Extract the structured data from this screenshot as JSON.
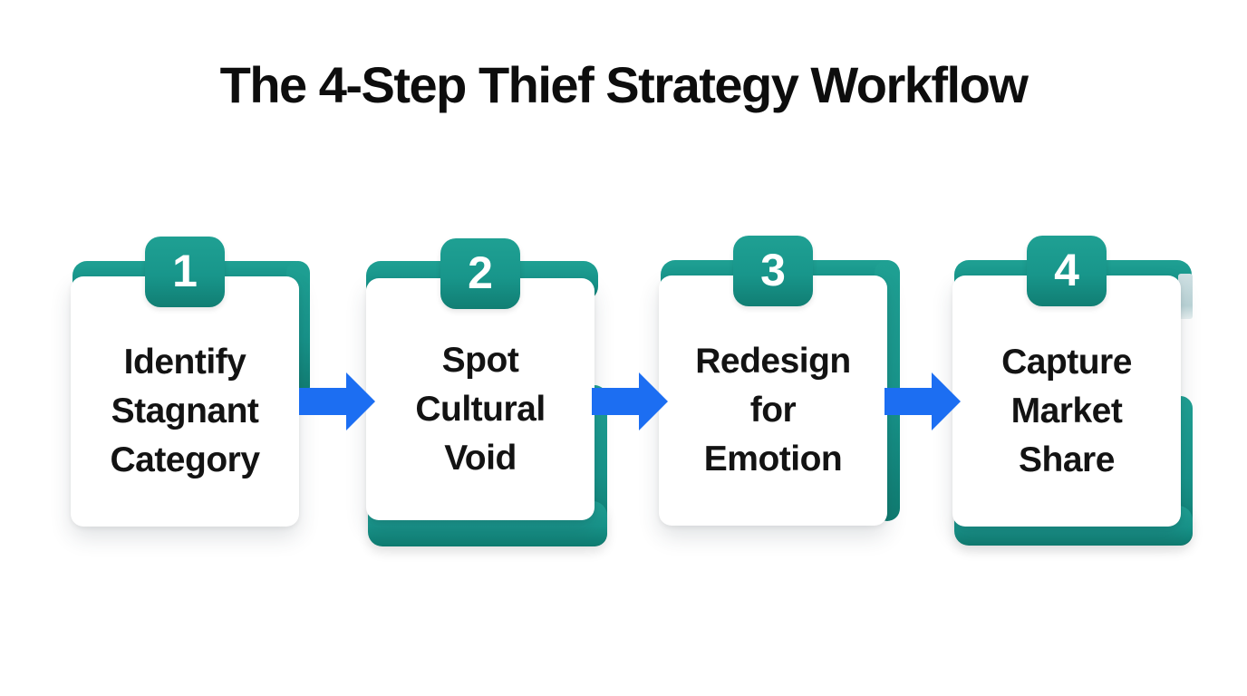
{
  "title": "The 4-Step Thief Strategy Workflow",
  "colors": {
    "teal_frame": "#17948a",
    "arrow_blue": "#1c6ef2",
    "text": "#131313",
    "card_background": "#ffffff",
    "page_background": "#ffffff"
  },
  "steps": [
    {
      "number": "1",
      "label": "Identify\nStagnant\nCategory"
    },
    {
      "number": "2",
      "label": "Spot\nCultural\nVoid"
    },
    {
      "number": "3",
      "label": "Redesign\nfor\nEmotion"
    },
    {
      "number": "4",
      "label": "Capture\nMarket\nShare"
    }
  ],
  "arrows": [
    {
      "icon": "arrow-right-icon"
    },
    {
      "icon": "arrow-right-icon"
    },
    {
      "icon": "arrow-right-icon"
    }
  ]
}
